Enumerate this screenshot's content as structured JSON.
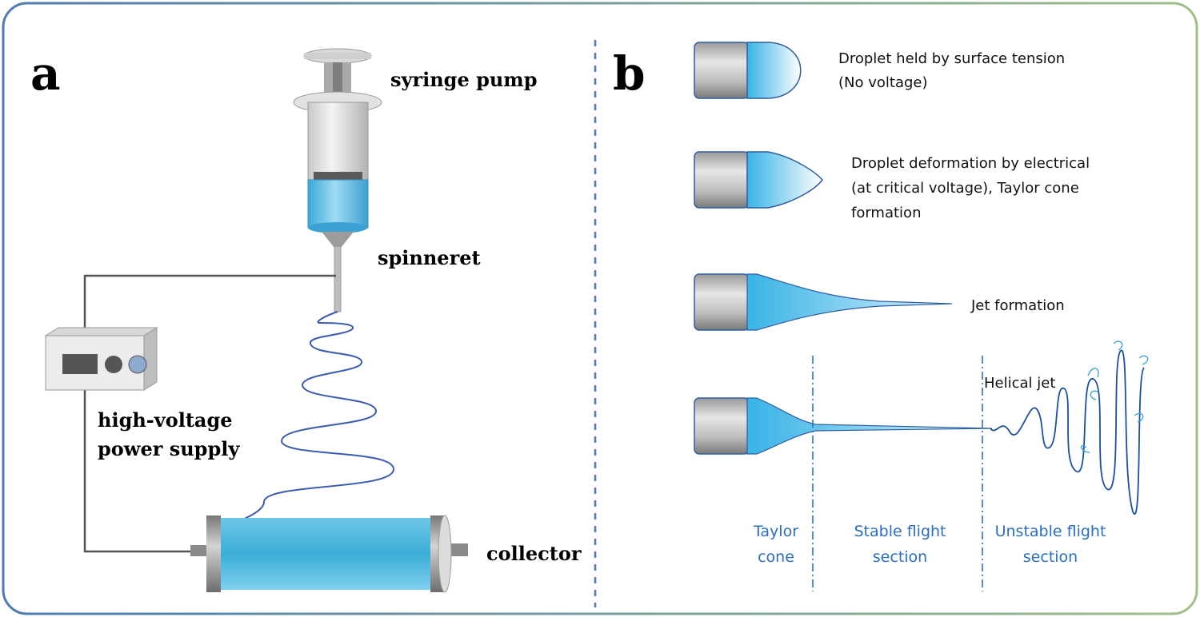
{
  "colors": {
    "frame_left": "#4f7bb0",
    "frame_right": "#9fbf8a",
    "fluid_blue": "#5cc3ea",
    "jet_blue": "#2a6fc0",
    "section_text": "#2a6fc0",
    "wire": "#555555"
  },
  "panel_a": {
    "letter": "a",
    "syringe_pump": "syringe pump",
    "spinneret": "spinneret",
    "power_supply_line1": "high-voltage",
    "power_supply_line2": "power supply",
    "collector": "collector"
  },
  "panel_b": {
    "letter": "b",
    "stage1_line1": "Droplet held by surface tension",
    "stage1_line2": "(No voltage)",
    "stage2_line1": "Droplet deformation by electrical",
    "stage2_line2": "(at critical voltage), Taylor cone",
    "stage2_line3": "formation",
    "stage3": "Jet formation",
    "stage4": "Helical jet",
    "sections": {
      "taylor_line1": "Taylor",
      "taylor_line2": "cone",
      "stable_line1": "Stable flight",
      "stable_line2": "section",
      "unstable_line1": "Unstable flight",
      "unstable_line2": "section"
    }
  }
}
